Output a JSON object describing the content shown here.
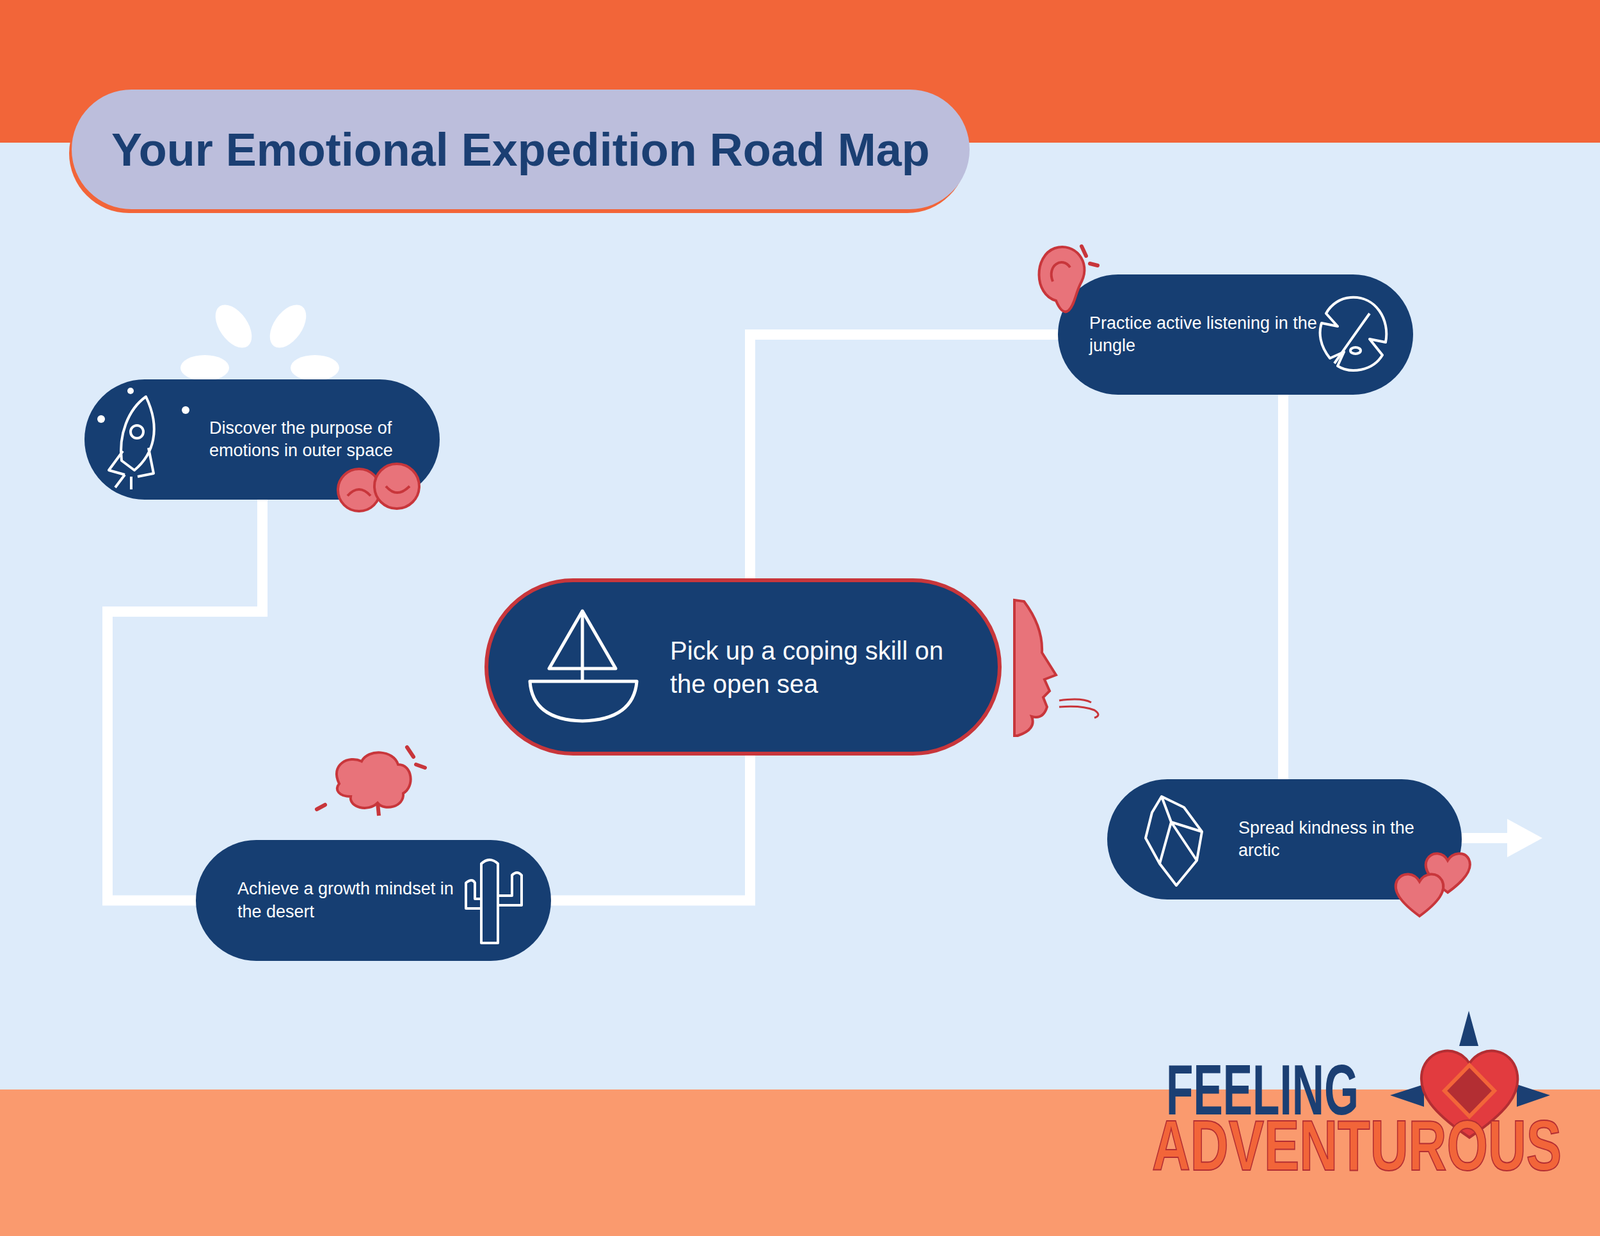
{
  "diagram": {
    "title": "Your Emotional Expedition Road Map",
    "nodes": [
      {
        "text": [
          "Discover the purpose of emotions in outer space"
        ]
      },
      {
        "text": [
          "Achieve a growth mindset in the desert"
        ]
      },
      {
        "text": [
          "Pick up a coping skill on the open sea"
        ]
      },
      {
        "text": [
          "Practice active listening in the jungle"
        ]
      },
      {
        "text": [
          "Spread kindness in the arctic"
        ]
      }
    ],
    "edges": [
      {
        "from": 0,
        "to": 1,
        "arrow": "none"
      },
      {
        "from": 1,
        "to": 2,
        "arrow": "none"
      },
      {
        "from": 2,
        "to": 3,
        "arrow": "none"
      },
      {
        "from": 3,
        "to": 4,
        "arrow": "none"
      }
    ],
    "labels": [
      "FEELING",
      "ADVENTUROUS"
    ]
  }
}
